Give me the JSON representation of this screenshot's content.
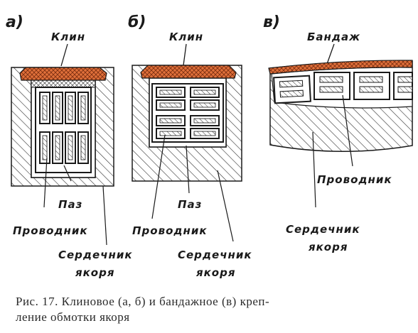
{
  "colors": {
    "wedge": "#e0703a",
    "ink": "#1a1a1a",
    "hatch": "#333333"
  },
  "panels": {
    "a": {
      "letter": "а)",
      "wedge_label": "Клин",
      "slot_label": "Паз",
      "conductor_label": "Проводник",
      "core_label_line1": "Сердечник",
      "core_label_line2": "якоря"
    },
    "b": {
      "letter": "б)",
      "wedge_label": "Клин",
      "slot_label": "Паз",
      "conductor_label": "Проводник",
      "core_label_line1": "Сердечник",
      "core_label_line2": "якоря"
    },
    "c": {
      "letter": "в)",
      "band_label": "Бандаж",
      "conductor_label": "Проводник",
      "core_label_line1": "Сердечник",
      "core_label_line2": "якоря"
    }
  },
  "caption": {
    "line1": "Рис. 17. Клиновое (а, б) и бандажное (в) креп-",
    "line2": "ление обмотки якоря"
  }
}
